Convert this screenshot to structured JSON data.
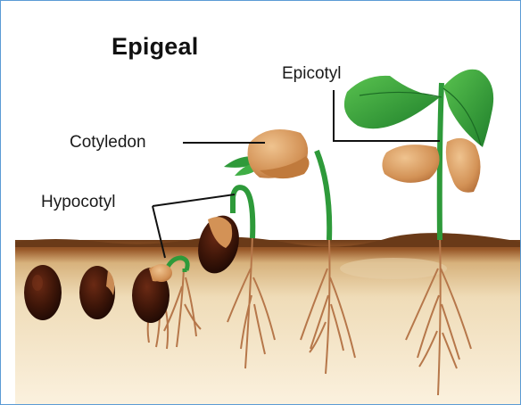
{
  "diagram": {
    "title": "Epigeal",
    "labels": {
      "cotyledon": "Cotyledon",
      "hypocotyl": "Hypocotyl",
      "epicotyl": "Epicotyl"
    },
    "colors": {
      "border": "#5b9bd5",
      "soil_top": "#7a4520",
      "soil": "#f3e3c3",
      "stem": "#2e9a3a",
      "leaf": "#2f9a3a",
      "cotyledon": "#d9a065",
      "seed": "#3a1608",
      "root": "#b6774a"
    }
  }
}
